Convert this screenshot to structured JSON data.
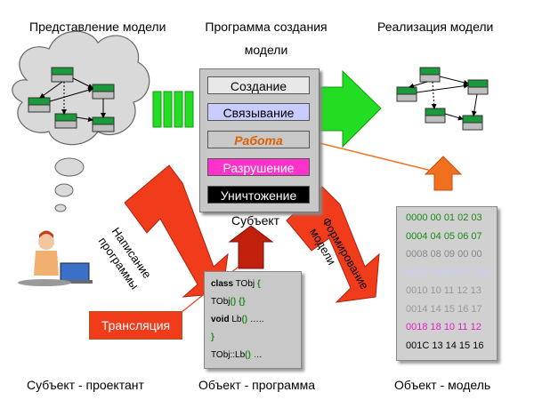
{
  "headers": {
    "left": "Представление модели",
    "middle_line1": "Программа создания",
    "middle_line2": "модели",
    "right": "Реализация модели"
  },
  "footers": {
    "left": "Субъект - проектант",
    "middle": "Объект - программа",
    "right": "Объект - модель"
  },
  "program_steps": [
    {
      "label": "Создание",
      "bg": "#e8e8e8",
      "color": "#000000",
      "italic": false
    },
    {
      "label": "Связывание",
      "bg": "#c8ccff",
      "color": "#000000",
      "italic": false
    },
    {
      "label": "Работа",
      "bg": "#c8c8c8",
      "color": "#e06000",
      "italic": true
    },
    {
      "label": "Разрушение",
      "bg": "#ff33cc",
      "color": "#ffffff",
      "italic": false
    },
    {
      "label": "Уничтожение",
      "bg": "#000000",
      "color": "#ffffff",
      "italic": false
    }
  ],
  "subject_label": "Субъект",
  "arrow_left_text": [
    "Написание",
    "программы"
  ],
  "arrow_right_text": [
    "Формирование",
    "модели"
  ],
  "translation_label": "Трансляция",
  "code_lines": [
    {
      "parts": [
        {
          "t": "class",
          "c": "kw"
        },
        {
          "t": " TObj ",
          "c": ""
        },
        {
          "t": "{",
          "c": "g"
        }
      ]
    },
    {
      "parts": [
        {
          "t": "TObj",
          "c": ""
        },
        {
          "t": "()",
          "c": "g"
        },
        {
          "t": " ",
          "c": ""
        },
        {
          "t": "{}",
          "c": "g"
        }
      ]
    },
    {
      "parts": [
        {
          "t": "void",
          "c": "kw"
        },
        {
          "t": " Lb",
          "c": ""
        },
        {
          "t": "()",
          "c": "g"
        },
        {
          "t": " …..",
          "c": ""
        }
      ]
    },
    {
      "parts": [
        {
          "t": "}",
          "c": "g"
        }
      ]
    },
    {
      "parts": [
        {
          "t": "TObj::Lb",
          "c": ""
        },
        {
          "t": "()",
          "c": "g"
        },
        {
          "t": " …",
          "c": ""
        }
      ]
    }
  ],
  "binary_rows": [
    {
      "text": "0000 00 01 02 03",
      "color": "#1a8a1a"
    },
    {
      "text": "0004 04 05 06 07",
      "color": "#1a8a1a"
    },
    {
      "text": "0008 08 09 00 00",
      "color": "#888888"
    },
    {
      "text": "000C 0A 0B 0C 0D",
      "color": "#c8ccff"
    },
    {
      "text": "0010 10 11 12 13",
      "color": "#999999"
    },
    {
      "text": "0014 14 15 16 17",
      "color": "#999999"
    },
    {
      "text": "0018 18 10 11 12",
      "color": "#e020c0"
    },
    {
      "text": "001C 13 14 15 16",
      "color": "#000000"
    }
  ],
  "colors": {
    "red_arrow": "#f03c1a",
    "green_arrow": "#22dd22",
    "cloud": "#d9d9d9",
    "node_green": "#1a9a3a",
    "node_grey": "#bfbfbf",
    "orange_line": "#f07020"
  }
}
